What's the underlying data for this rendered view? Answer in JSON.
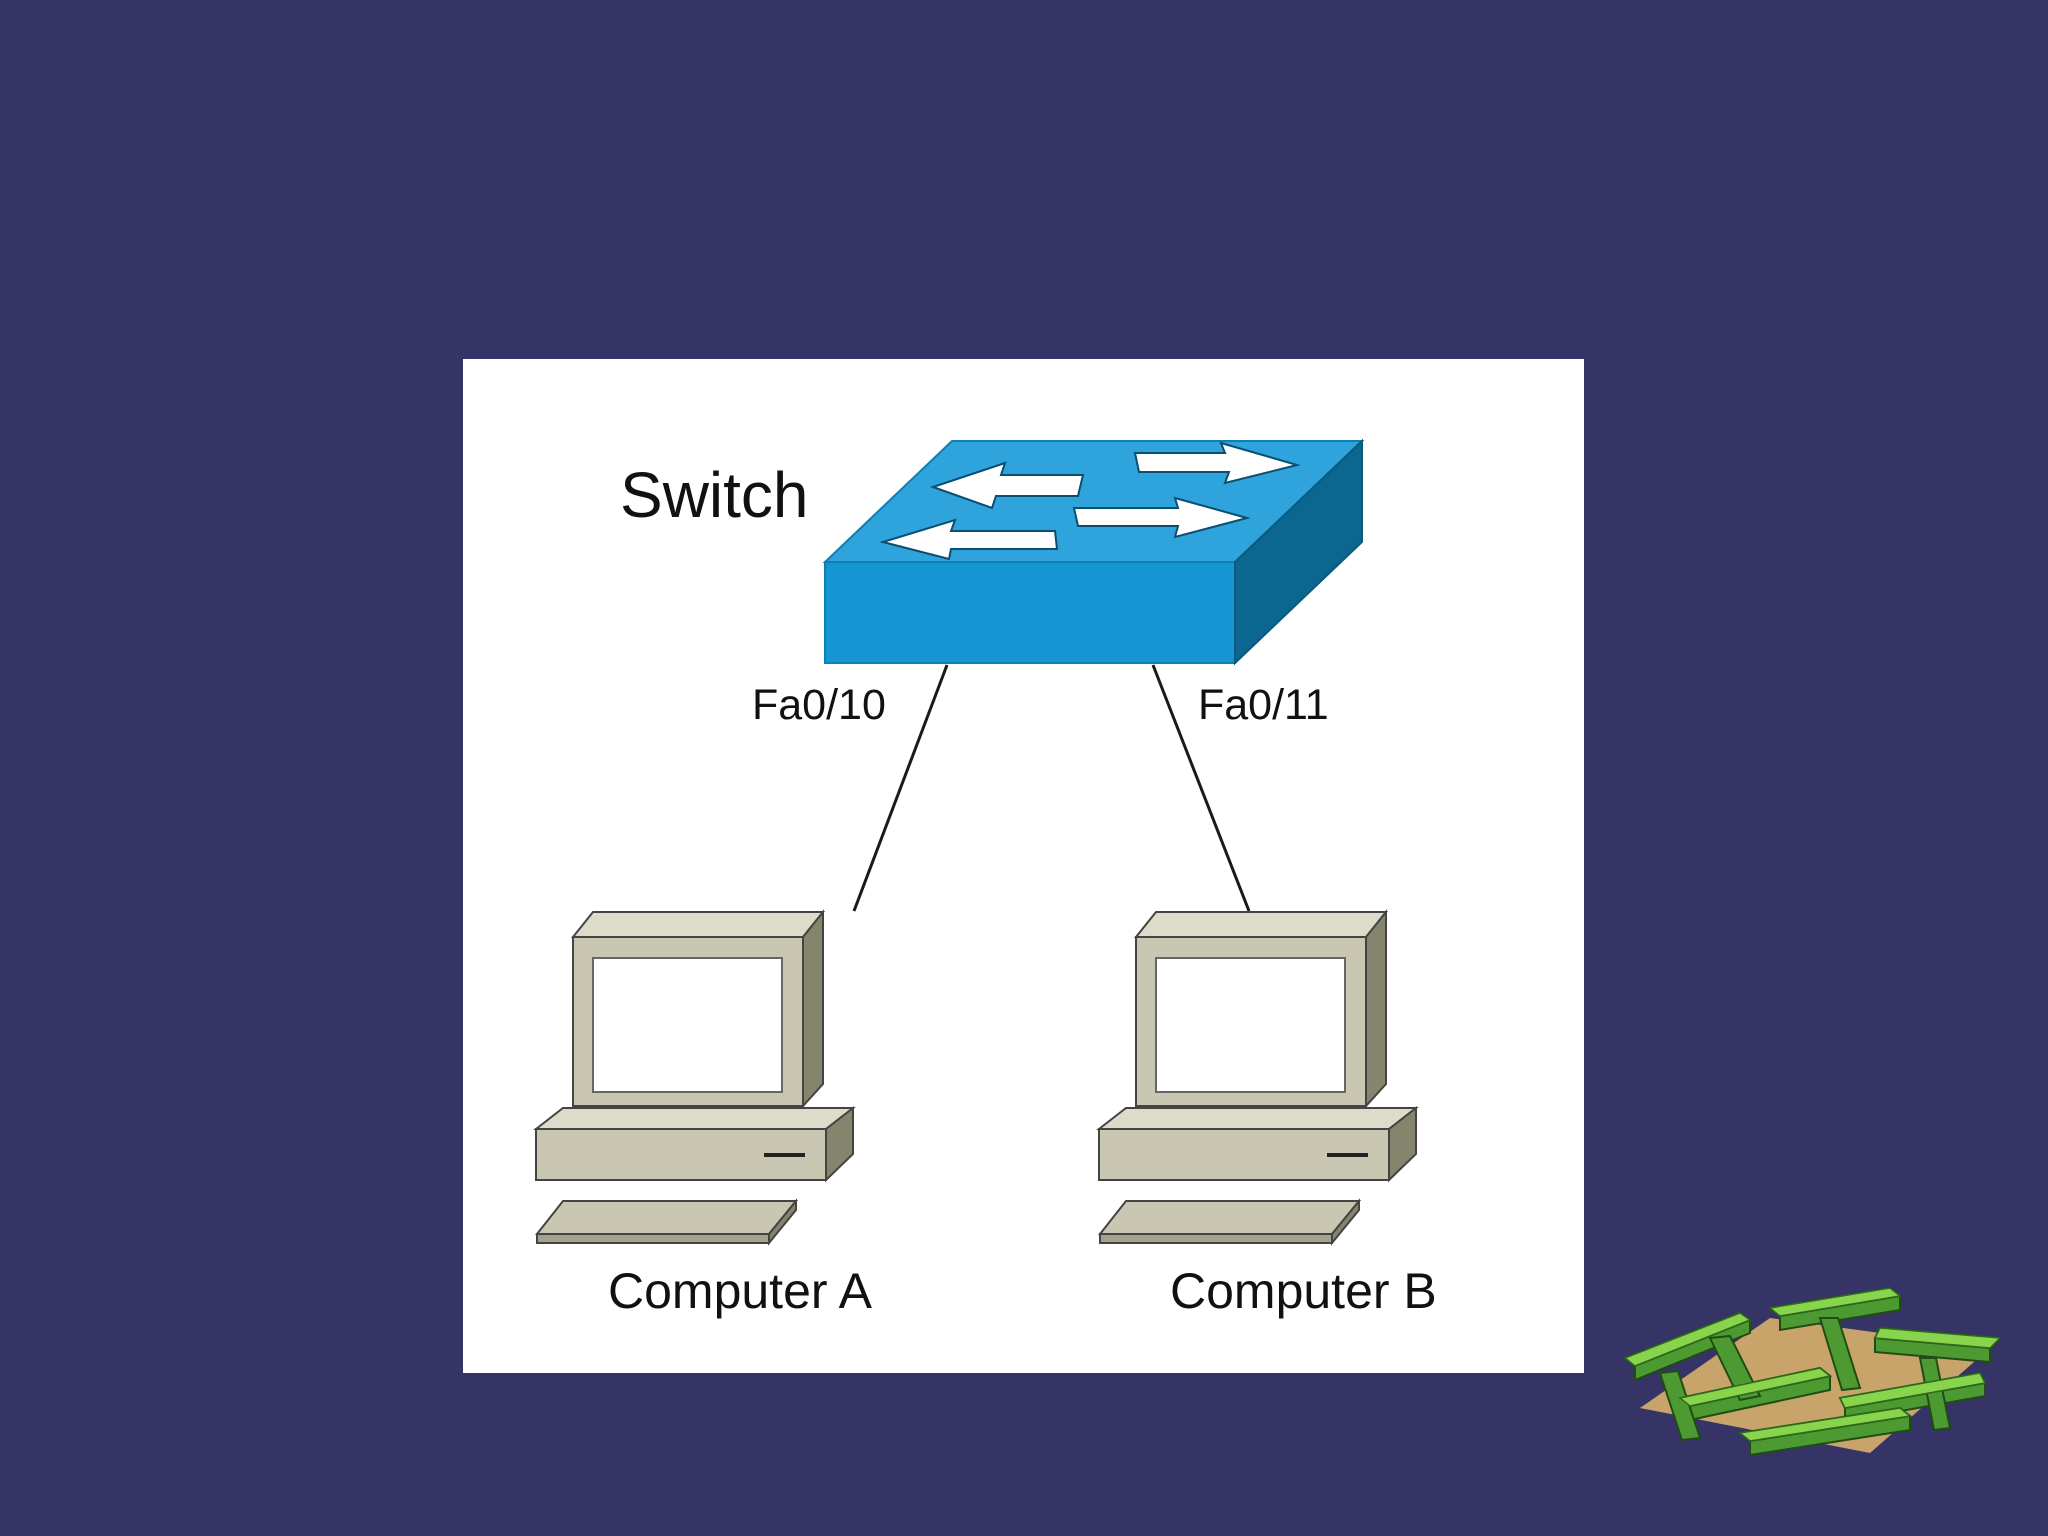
{
  "diagram": {
    "switch": {
      "label": "Switch",
      "icon": "switch-icon",
      "colors": {
        "top": "#2ea3dc",
        "front": "#1695d3",
        "side": "#0b6790",
        "arrows": "#ffffff"
      }
    },
    "links": [
      {
        "port": "Fa0/10",
        "to": "Computer A"
      },
      {
        "port": "Fa0/11",
        "to": "Computer B"
      }
    ],
    "computers": [
      {
        "label": "Computer A",
        "icon": "computer-icon"
      },
      {
        "label": "Computer B",
        "icon": "computer-icon"
      }
    ],
    "computer_colors": {
      "body": "#c9c7b2",
      "shade": "#a3a28c",
      "dark": "#85846d",
      "screen": "#ffffff"
    }
  },
  "decoration": {
    "icon": "maze-icon",
    "colors": {
      "wall": "#4e9a32",
      "wall_top": "#89d44d",
      "ground": "#c9a46a"
    }
  },
  "colors": {
    "background": "#363366",
    "panel": "#ffffff"
  }
}
